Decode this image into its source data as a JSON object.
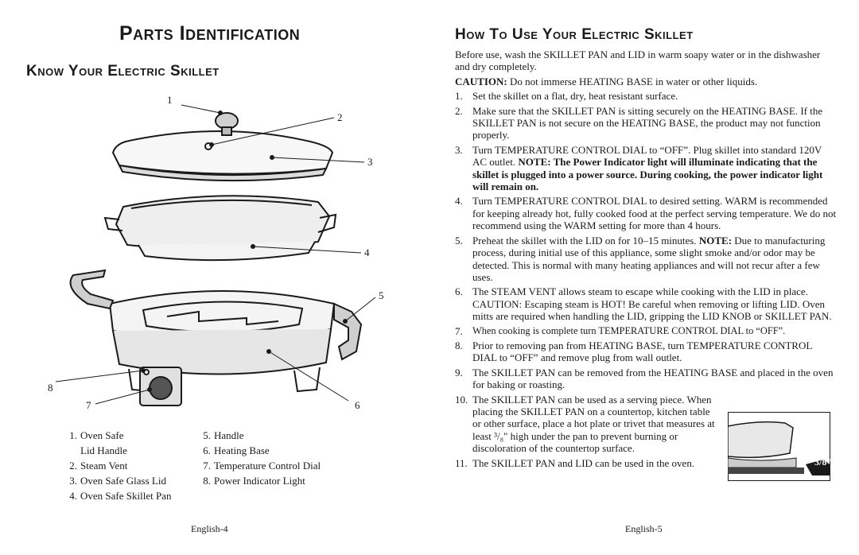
{
  "left": {
    "title": "Parts Identification",
    "subtitle": "Know Your Electric Skillet",
    "callouts": [
      "1",
      "2",
      "3",
      "4",
      "5",
      "6",
      "7",
      "8"
    ],
    "parts_col1": [
      {
        "num": "1.",
        "text": "Oven Safe\nLid Handle"
      },
      {
        "num": "2.",
        "text": "Steam Vent"
      },
      {
        "num": "3.",
        "text": "Oven Safe Glass Lid"
      },
      {
        "num": "4.",
        "text": "Oven Safe Skillet Pan"
      }
    ],
    "parts_col2": [
      {
        "num": "5.",
        "text": "Handle"
      },
      {
        "num": "6.",
        "text": "Heating Base"
      },
      {
        "num": "7.",
        "text": "Temperature Control Dial"
      },
      {
        "num": "8.",
        "text": "Power Indicator Light"
      }
    ],
    "footer": "English-4"
  },
  "right": {
    "title": "How To Use Your Electric Skillet",
    "intro": "Before use, wash the SKILLET PAN and LID in warm soapy water or in the dishwasher and dry completely.",
    "caution_label": "CAUTION:",
    "caution_text": " Do not immerse HEATING BASE in water or other liquids.",
    "step1": {
      "n": "1.",
      "text": "Set the skillet on a flat, dry, heat resistant surface."
    },
    "step2": {
      "n": "2.",
      "text": "Make sure that the SKILLET PAN is sitting securely on the HEATING BASE. If the SKILLET PAN is not secure on the HEATING BASE, the product may not function properly."
    },
    "step3": {
      "n": "3.",
      "text": "Turn TEMPERATURE CONTROL DIAL to “OFF”. Plug skillet into standard 120V AC outlet. ",
      "bold": "NOTE: The Power Indicator light will illuminate indicating that the skillet is plugged into a power source. During cooking, the power indicator light will remain on."
    },
    "step4": {
      "n": "4.",
      "text": "Turn TEMPERATURE CONTROL DIAL to desired setting. WARM is recommended for keeping already hot, fully cooked food at the perfect serving temperature. We do not recommend using the WARM setting for more than 4 hours."
    },
    "step5": {
      "n": "5.",
      "text_a": "Preheat the skillet with the LID on for 10–15 minutes. ",
      "bold": "NOTE:",
      "text_b": " Due to manufacturing process, during initial use of this appliance, some slight smoke and/or odor may be detected. This is normal with many heating appliances and will not recur after a few uses."
    },
    "step6": {
      "n": "6.",
      "text": "The STEAM VENT allows steam to escape while cooking with the LID in place. CAUTION: Escaping steam is HOT! Be careful when removing or lifting LID. Oven mitts are required when handling the LID, gripping the LID KNOB or SKILLET PAN."
    },
    "step7": {
      "n": "7.",
      "text": "When cooking is complete turn TEMPERATURE CONTROL DIAL to “OFF”."
    },
    "step8": {
      "n": "8.",
      "text": "Prior to removing pan from HEATING BASE, turn TEMPERATURE CONTROL DIAL to “OFF” and remove plug from wall outlet."
    },
    "step9": {
      "n": "9.",
      "text": "The SKILLET PAN can be removed from the HEATING BASE and placed in the oven for baking or roasting."
    },
    "step10": {
      "n": "10.",
      "text": "The SKILLET PAN can be used as a serving piece. When placing the SKILLET PAN on a countertop, kitchen table or other surface, place a hot plate or trivet that measures at least ³/₈\" high under the pan to prevent burning or discoloration of the countertop surface."
    },
    "step11": {
      "n": "11.",
      "text": "The SKILLET PAN and LID can be used in the oven."
    },
    "inset_label": "3/8\"",
    "footer": "English-5"
  }
}
